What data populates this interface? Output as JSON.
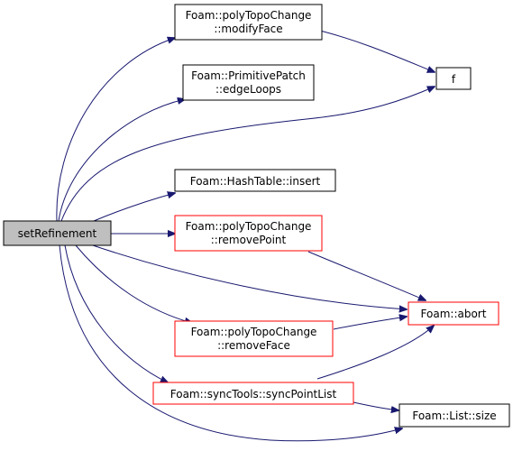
{
  "colors": {
    "edge": "#191970",
    "box_border_black": "#000000",
    "box_border_red": "#ff0000",
    "selected_fill": "#bfbfbf",
    "background": "#ffffff"
  },
  "nodes": {
    "root": {
      "label": "setRefinement",
      "selected": true
    },
    "modifyFace": {
      "line1": "Foam::polyTopoChange",
      "line2": "::modifyFace",
      "border": "black"
    },
    "edgeLoops": {
      "line1": "Foam::PrimitivePatch",
      "line2": "::edgeLoops",
      "border": "black"
    },
    "f": {
      "label": "f",
      "border": "black"
    },
    "insert": {
      "label": "Foam::HashTable::insert",
      "border": "black"
    },
    "removePoint": {
      "line1": "Foam::polyTopoChange",
      "line2": "::removePoint",
      "border": "red"
    },
    "abort": {
      "label": "Foam::abort",
      "border": "red"
    },
    "removeFace": {
      "line1": "Foam::polyTopoChange",
      "line2": "::removeFace",
      "border": "red"
    },
    "syncPointList": {
      "label": "Foam::syncTools::syncPointList",
      "border": "red"
    },
    "size": {
      "label": "Foam::List::size",
      "border": "black"
    }
  },
  "edges": [
    {
      "from": "setRefinement",
      "to": "Foam::polyTopoChange::modifyFace"
    },
    {
      "from": "setRefinement",
      "to": "Foam::PrimitivePatch::edgeLoops"
    },
    {
      "from": "setRefinement",
      "to": "f"
    },
    {
      "from": "setRefinement",
      "to": "Foam::HashTable::insert"
    },
    {
      "from": "setRefinement",
      "to": "Foam::polyTopoChange::removePoint"
    },
    {
      "from": "setRefinement",
      "to": "Foam::abort"
    },
    {
      "from": "setRefinement",
      "to": "Foam::polyTopoChange::removeFace"
    },
    {
      "from": "setRefinement",
      "to": "Foam::syncTools::syncPointList"
    },
    {
      "from": "setRefinement",
      "to": "Foam::List::size"
    },
    {
      "from": "Foam::polyTopoChange::modifyFace",
      "to": "f"
    },
    {
      "from": "Foam::polyTopoChange::removePoint",
      "to": "Foam::abort"
    },
    {
      "from": "Foam::polyTopoChange::removeFace",
      "to": "Foam::abort"
    },
    {
      "from": "Foam::syncTools::syncPointList",
      "to": "Foam::abort"
    },
    {
      "from": "Foam::syncTools::syncPointList",
      "to": "Foam::List::size"
    }
  ]
}
